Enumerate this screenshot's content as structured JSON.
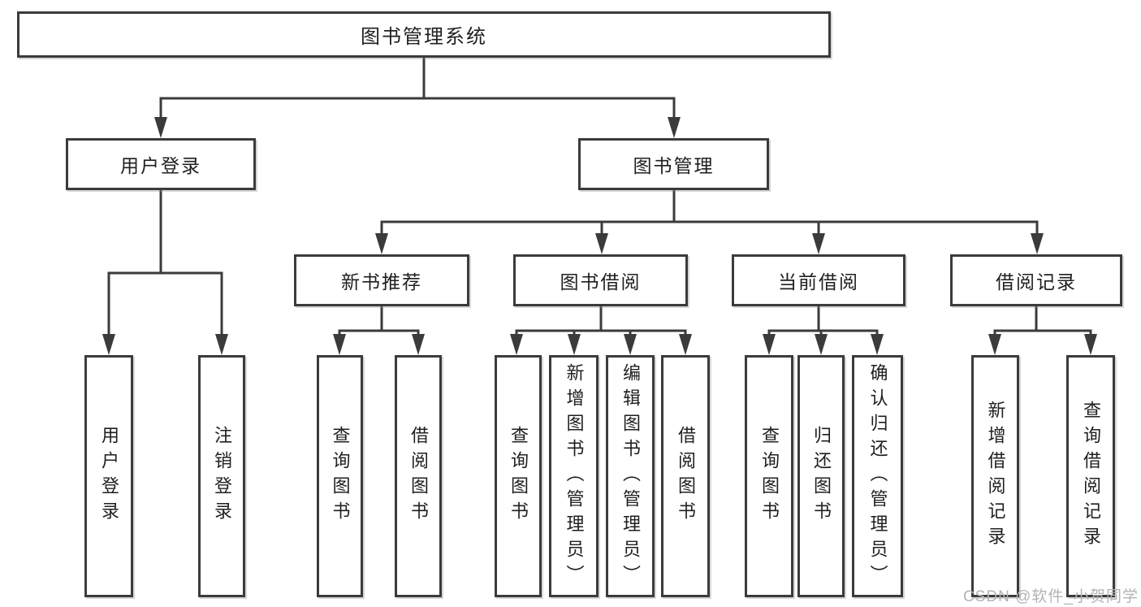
{
  "tree": {
    "label": "图书管理系统",
    "children": [
      {
        "label": "用户登录",
        "children": [
          {
            "label": "用户登录"
          },
          {
            "label": "注销登录"
          }
        ]
      },
      {
        "label": "图书管理",
        "children": [
          {
            "label": "新书推荐",
            "children": [
              {
                "label": "查询图书"
              },
              {
                "label": "借阅图书"
              }
            ]
          },
          {
            "label": "图书借阅",
            "children": [
              {
                "label": "查询图书"
              },
              {
                "label": "新增图书（管理员）"
              },
              {
                "label": "编辑图书（管理员）"
              },
              {
                "label": "借阅图书"
              }
            ]
          },
          {
            "label": "当前借阅",
            "children": [
              {
                "label": "查询图书"
              },
              {
                "label": "归还图书"
              },
              {
                "label": "确认归还（管理员）"
              }
            ]
          },
          {
            "label": "借阅记录",
            "children": [
              {
                "label": "新增借阅记录"
              },
              {
                "label": "查询借阅记录"
              }
            ]
          }
        ]
      }
    ]
  },
  "watermark": {
    "text": "CSDN @软件_小贺同学"
  },
  "colors": {
    "line": "#3b3b3b",
    "box_border": "#3b3b3b",
    "text": "#1f1f1f",
    "background": "#ffffff",
    "watermark": "#b3b3b3"
  }
}
